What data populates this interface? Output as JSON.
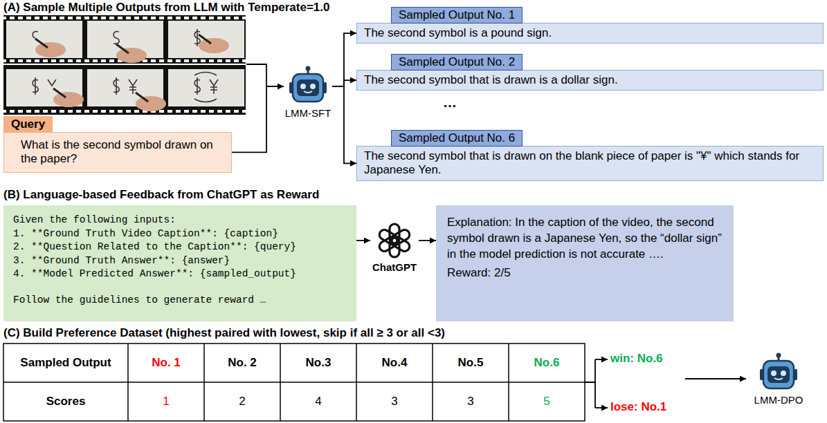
{
  "diagram": {
    "nodes": [
      {
        "text": [
          "Query",
          "What is the second symbol drawn on the paper?"
        ]
      },
      {
        "text": [
          "LMM-SFT"
        ]
      },
      {
        "text": [
          "Sampled Output No. 1",
          "The second symbol is a pound sign."
        ]
      },
      {
        "text": [
          "Sampled Output No. 2",
          "The second symbol that is drawn is a dollar sign."
        ]
      },
      {
        "text": [
          "Sampled Output No. 6",
          "The second symbol that is drawn on the blank piece of paper is \"¥\" which stands for Japanese Yen."
        ]
      },
      {
        "text": [
          "Given the following inputs:",
          "1. **Ground Truth Video Caption**: {caption}",
          "2. **Question Related to the Caption**: {query}",
          "3. **Ground Truth Answer**: {answer}",
          "4. **Model Predicted Answer**: {sampled_output}",
          "Follow the guidelines to generate reward …"
        ]
      },
      {
        "text": [
          "ChatGPT"
        ]
      },
      {
        "text": [
          "Explanation: In the caption of the video, the second symbol drawn is a Japanese Yen, so the “dollar sign” in the model prediction is not accurate ….",
          "Reward: 2/5"
        ]
      },
      {
        "text": [
          "LMM-DPO"
        ]
      }
    ],
    "edges": [
      {
        "from": 0,
        "to": 1,
        "arrow": "to"
      },
      {
        "from": 1,
        "to": 2,
        "arrow": "to"
      },
      {
        "from": 1,
        "to": 3,
        "arrow": "to"
      },
      {
        "from": 1,
        "to": 4,
        "arrow": "to"
      },
      {
        "from": 5,
        "to": 6,
        "arrow": "to"
      },
      {
        "from": 6,
        "to": 7,
        "arrow": "to"
      }
    ],
    "labels": [
      "(A) Sample Multiple Outputs from LLM with Temperate=1.0",
      "(B) Language-based Feedback from ChatGPT as Reward",
      "(C) Build Preference Dataset (highest paired with lowest, skip if all ≥ 3 or all <3)",
      "…",
      "Sampled Output",
      "No. 1",
      "No. 2",
      "No.3",
      "No.4",
      "No.5",
      "No.6",
      "Scores",
      "1",
      "2",
      "4",
      "3",
      "3",
      "5",
      "win: No.6",
      "lose: No.1"
    ]
  }
}
